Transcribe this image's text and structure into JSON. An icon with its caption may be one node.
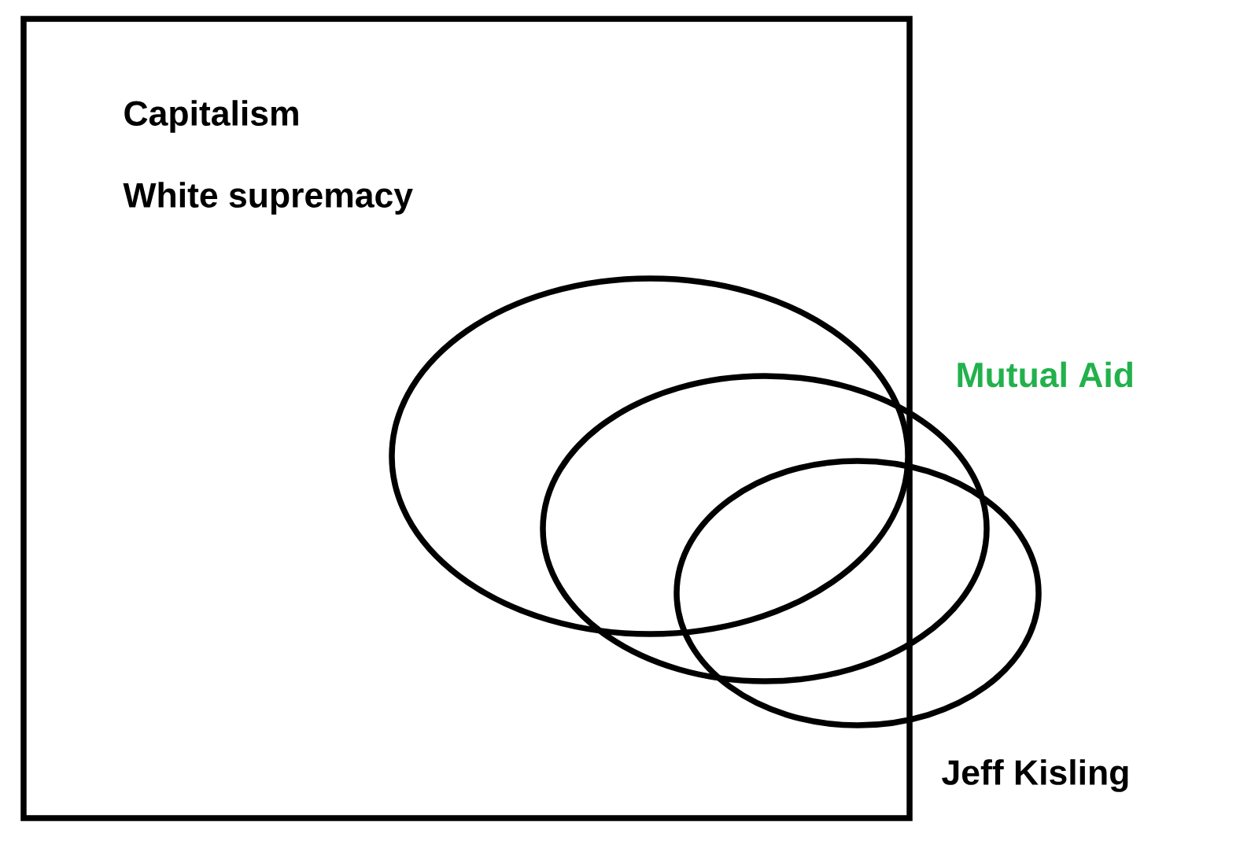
{
  "diagram": {
    "nodes": [
      {
        "text": [
          "Capitalism",
          "White supremacy"
        ]
      },
      {
        "text": [],
        "shape": "ellipse",
        "in": 0
      },
      {
        "text": [],
        "shape": "ellipse"
      },
      {
        "text": [],
        "shape": "ellipse"
      }
    ],
    "labels": [
      "Mutual Aid",
      "Jeff Kisling"
    ]
  }
}
